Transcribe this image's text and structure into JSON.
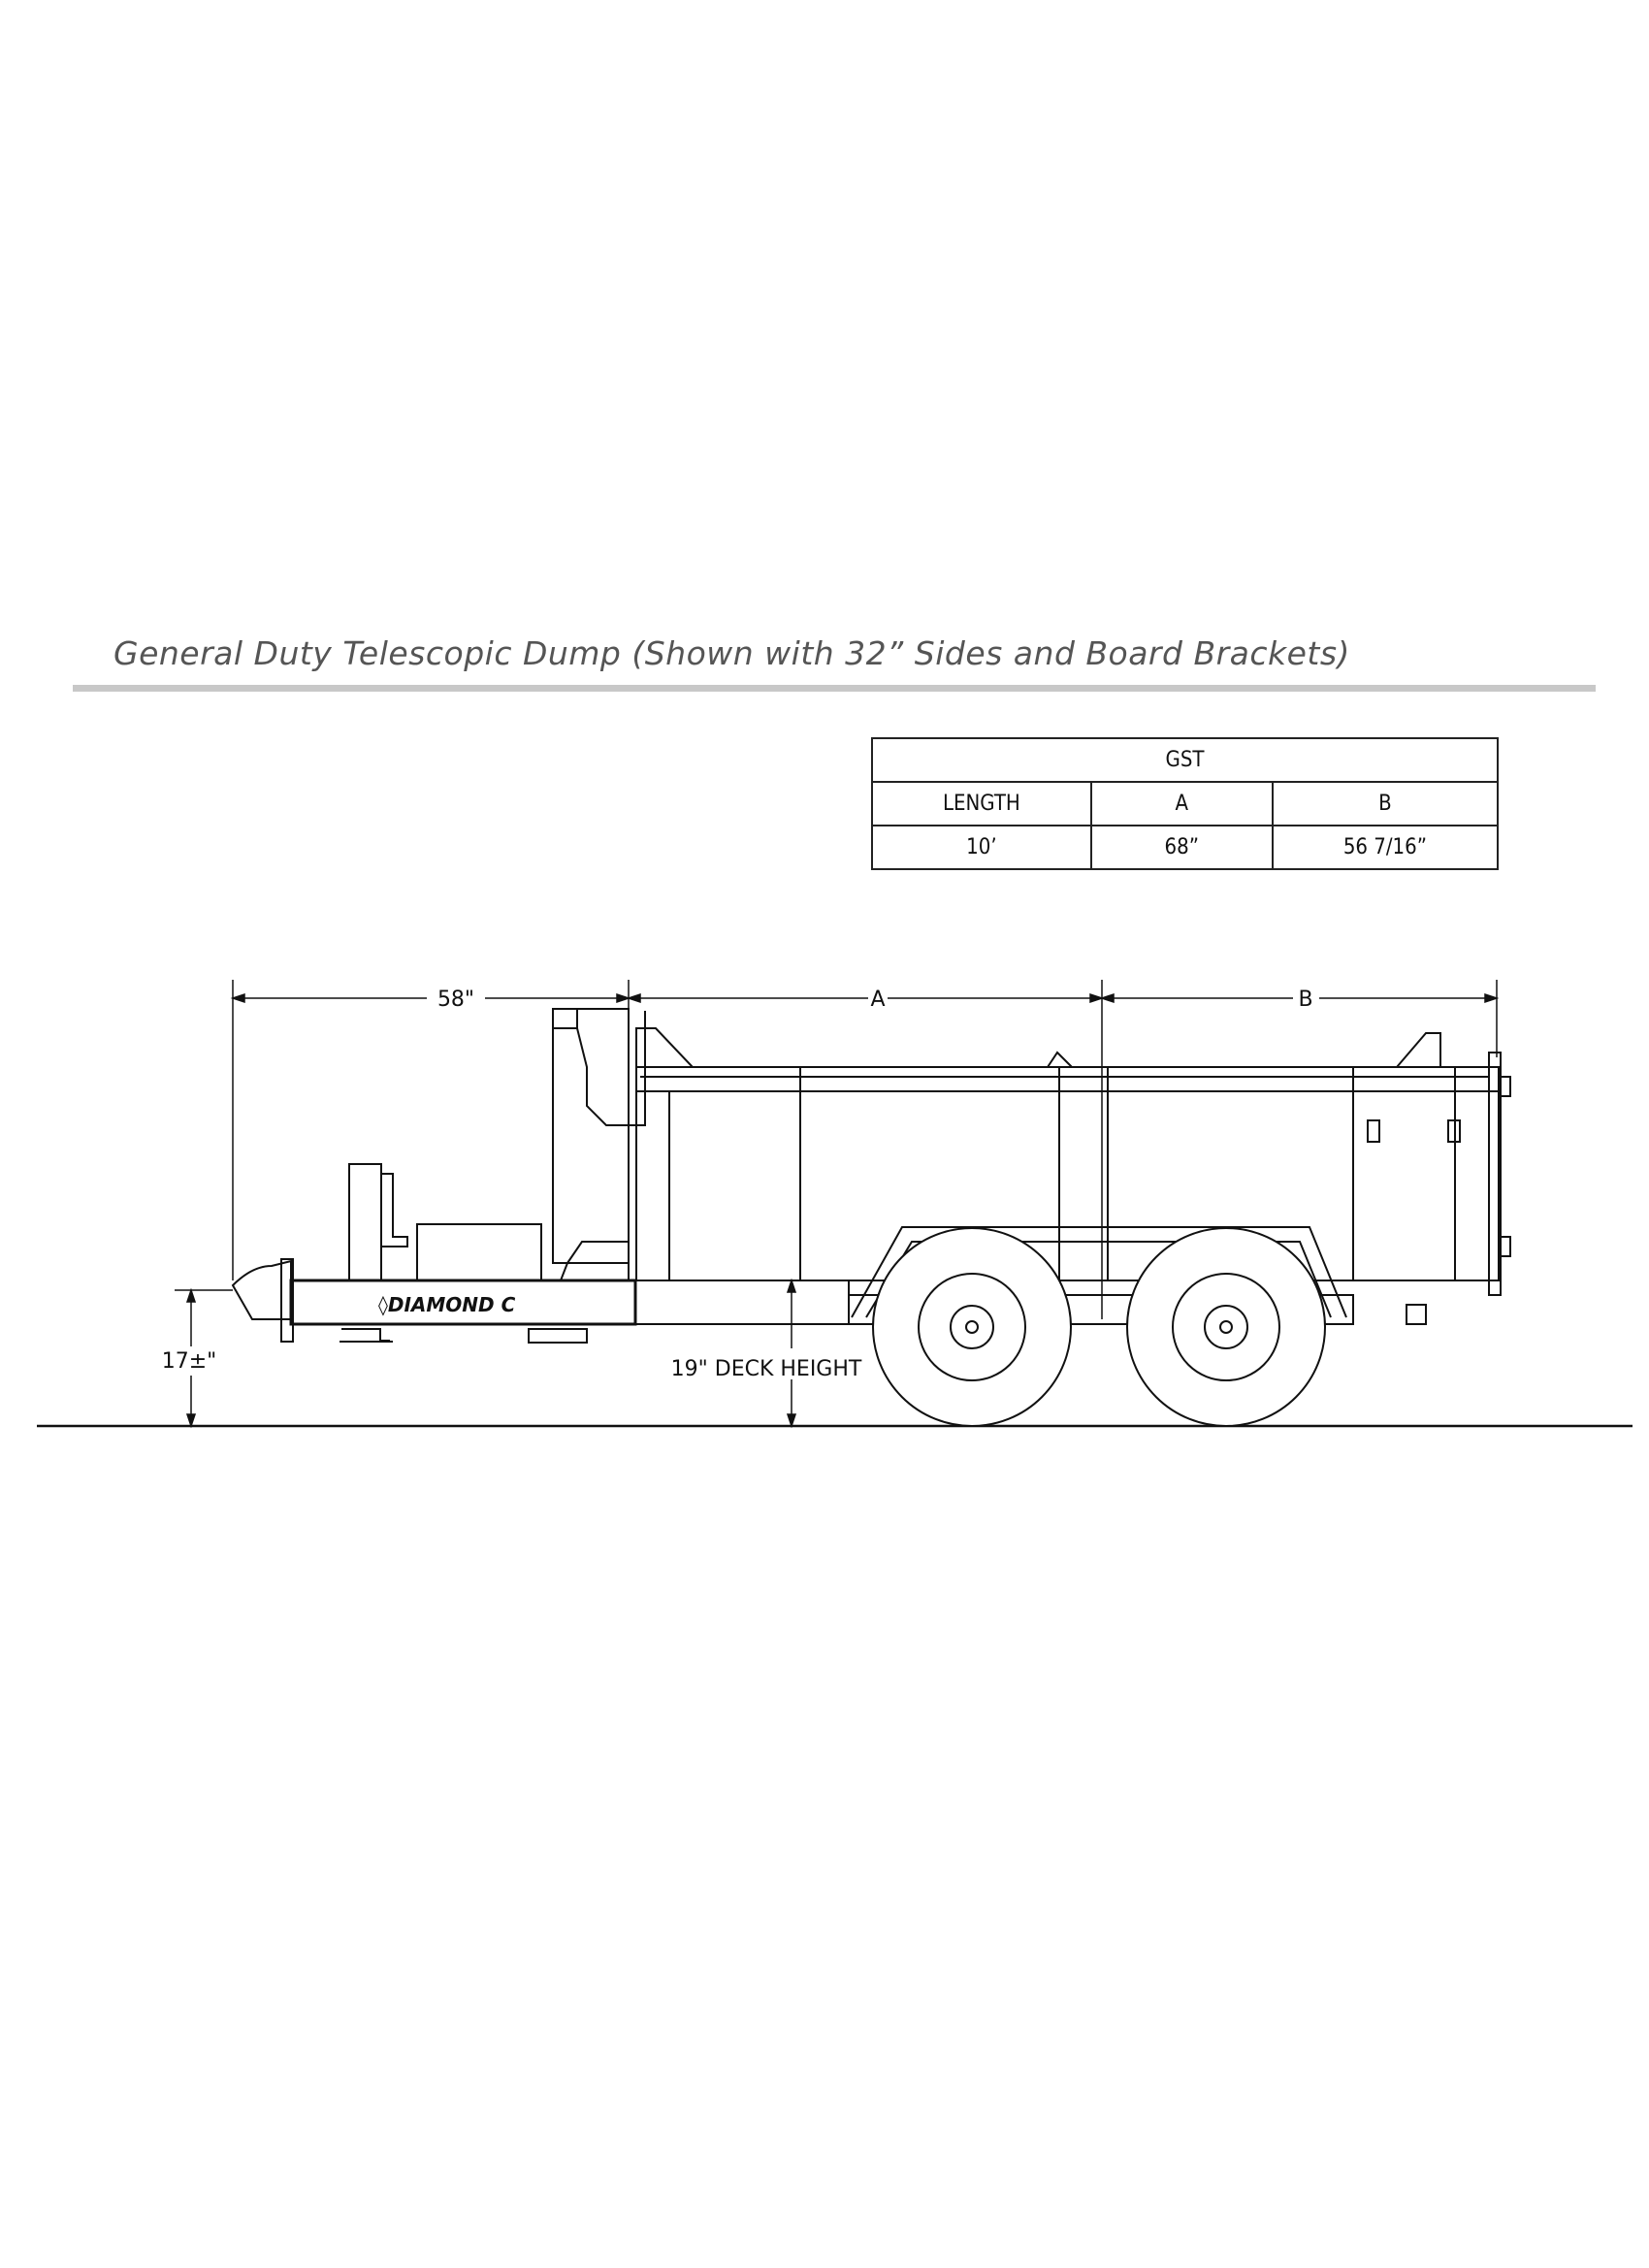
{
  "title": "General Duty Telescopic Dump (Shown with 32” Sides and Board Brackets)",
  "spec_table": {
    "model": "GST",
    "headers": [
      "LENGTH",
      "A",
      "B"
    ],
    "rows": [
      [
        "10’",
        "68”",
        "56 7/16”"
      ]
    ]
  },
  "dimensions": {
    "tongue": "58\"",
    "a_label": "A",
    "b_label": "B",
    "coupler_height": "17±\"",
    "deck_height": "19\" DECK HEIGHT"
  },
  "logo_text": "DIAMOND C"
}
